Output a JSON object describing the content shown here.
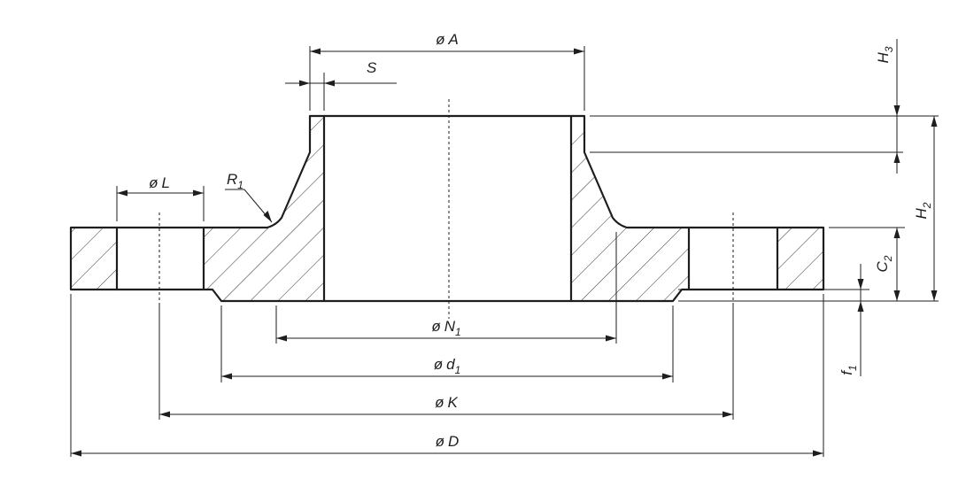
{
  "labels": {
    "A": {
      "prefix": "ø",
      "main": "A",
      "sub": ""
    },
    "S": {
      "prefix": "",
      "main": "S",
      "sub": ""
    },
    "L": {
      "prefix": "ø",
      "main": "L",
      "sub": ""
    },
    "R1": {
      "prefix": "",
      "main": "R",
      "sub": "1"
    },
    "N1": {
      "prefix": "ø",
      "main": "N",
      "sub": "1"
    },
    "d1": {
      "prefix": "ø",
      "main": "d",
      "sub": "1"
    },
    "K": {
      "prefix": "ø",
      "main": "K",
      "sub": ""
    },
    "D": {
      "prefix": "ø",
      "main": "D",
      "sub": ""
    },
    "H3": {
      "prefix": "",
      "main": "H",
      "sub": "3"
    },
    "H2": {
      "prefix": "",
      "main": "H",
      "sub": "2"
    },
    "C2": {
      "prefix": "",
      "main": "C",
      "sub": "2"
    },
    "f1": {
      "prefix": "",
      "main": "f",
      "sub": "1"
    }
  },
  "colors": {
    "line": "#1e1e1e",
    "background": "#ffffff"
  }
}
